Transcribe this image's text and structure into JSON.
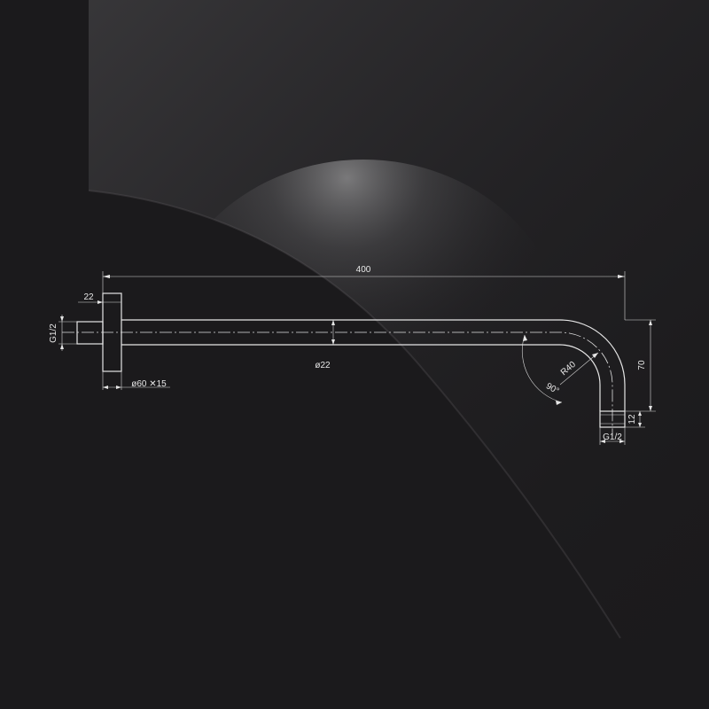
{
  "drawing": {
    "overall_length": "400",
    "flange_thickness": "22",
    "inlet_thread": "G1/2",
    "flange_size": "ø60 ✕15",
    "pipe_diameter": "ø22",
    "bend_radius": "R40",
    "bend_angle": "90°",
    "drop_height": "70",
    "outlet_length": "12",
    "outlet_thread": "G1/2"
  },
  "colors": {
    "background": "#1b1a1c",
    "linework": "#e6e6e6",
    "highlight": "#ffffff"
  }
}
